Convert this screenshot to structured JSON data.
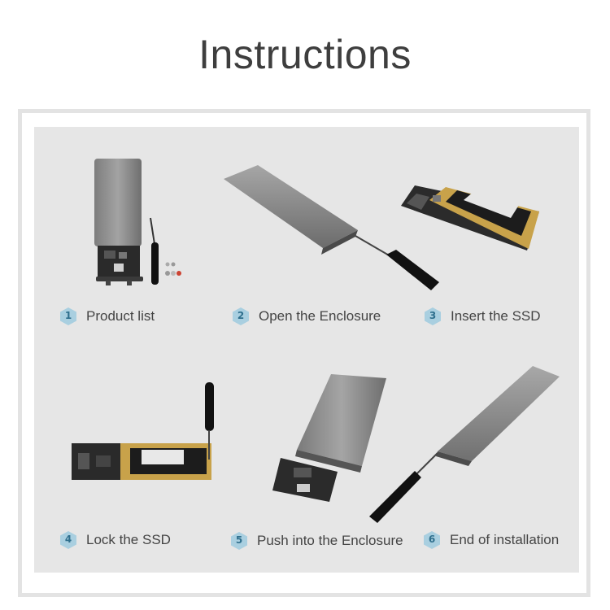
{
  "title": "Instructions",
  "colors": {
    "background": "#ffffff",
    "frame": "#e3e3e3",
    "panel": "#e6e6e6",
    "badge": "#a9cfe0",
    "badge_text": "#2f6f8d",
    "enclosure": "#8a8a8a",
    "pcb_gold": "#c8a24a",
    "text": "#444444"
  },
  "steps": [
    {
      "number": "1",
      "label": "Product list",
      "image": "enclosure-with-screwdriver-and-screws"
    },
    {
      "number": "2",
      "label": "Open the Enclosure",
      "image": "enclosure-and-screwdriver"
    },
    {
      "number": "3",
      "label": "Insert the SSD",
      "image": "ssd-on-pcb"
    },
    {
      "number": "4",
      "label": "Lock the SSD",
      "image": "ssd-screwed-with-screwdriver"
    },
    {
      "number": "5",
      "label": "Push into the Enclosure",
      "image": "pcb-sliding-into-enclosure"
    },
    {
      "number": "6",
      "label": "End of installation",
      "image": "closed-enclosure-with-screwdriver"
    }
  ]
}
